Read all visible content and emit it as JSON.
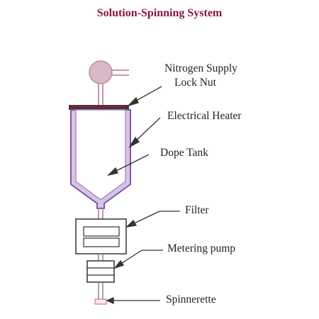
{
  "title": "Solution-Spinning System",
  "colors": {
    "title": "#8a1546",
    "tank_outline": "#7b5aa0",
    "tank_fill": "#d8c4e6",
    "lock_nut": "#5a2e3c",
    "gauge": "#c9a4b5",
    "pipe": "#c39aab",
    "box_outline": "#333333",
    "spinnerette": "#d98f9e"
  },
  "labels": {
    "nitrogen_supply": "Nitrogen Supply",
    "lock_nut": "Lock Nut",
    "electrical_heater": "Electrical Heater",
    "dope_tank": "Dope Tank",
    "filter": "Filter",
    "metering_pump": "Metering pump",
    "spinnerette": "Spinnerette"
  },
  "icons": {
    "gauge": "pressure-gauge-icon"
  }
}
